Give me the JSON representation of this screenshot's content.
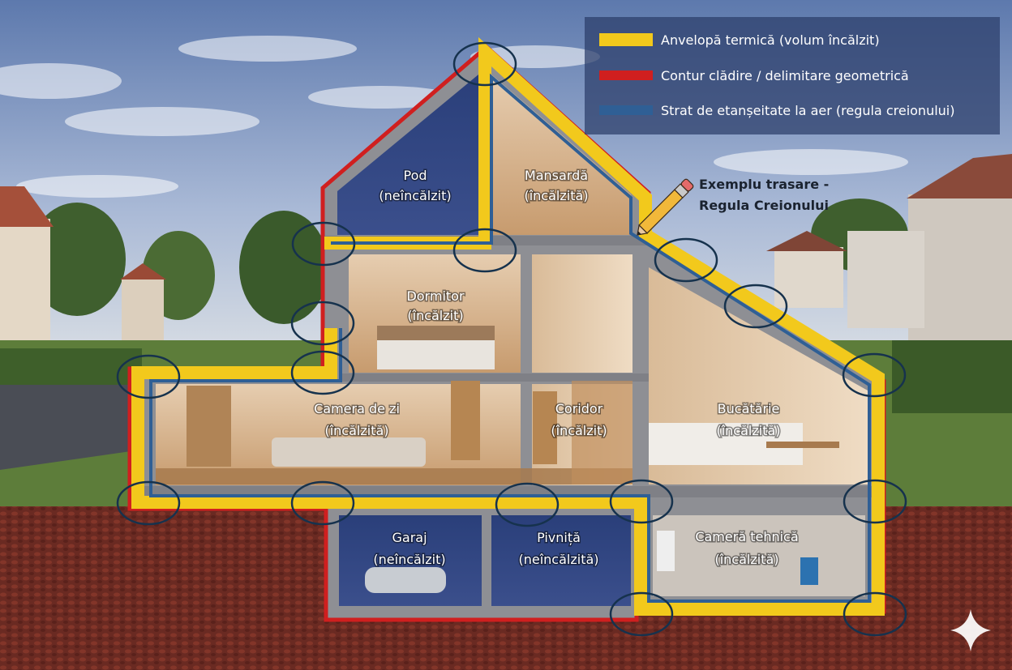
{
  "legend": {
    "items": [
      {
        "color": "#f2c91c",
        "label": "Anvelopă termică (volum încălzit)"
      },
      {
        "color": "#d01f1f",
        "label": "Contur clădire / delimitare geometrică"
      },
      {
        "color": "#2f5f95",
        "label": "Strat de etanșeitate la aer (regula creionului)"
      }
    ]
  },
  "note": {
    "line1": "Exemplu trasare -",
    "line2": "Regula Creionului"
  },
  "rooms": {
    "pod": {
      "name": "Pod",
      "status": "(neîncălzit)"
    },
    "mansarda": {
      "name": "Mansardă",
      "status": "(încălzită)"
    },
    "dormitor": {
      "name": "Dormitor",
      "status": "(încălzit)"
    },
    "camera_de_zi": {
      "name": "Camera de zi",
      "status": "(încălzită)"
    },
    "coridor": {
      "name": "Coridor",
      "status": "(încălzit)"
    },
    "bucatarie": {
      "name": "Bucătărie",
      "status": "(încălzită)"
    },
    "garaj": {
      "name": "Garaj",
      "status": "(neîncălzit)"
    },
    "pivnita": {
      "name": "Pivniță",
      "status": "(neîncălzită)"
    },
    "camera_tehnica": {
      "name": "Cameră tehnică",
      "status": "(încălzită)"
    }
  },
  "colors": {
    "thermal_envelope": "#f2c91c",
    "building_outline": "#d01f1f",
    "air_barrier": "#2f5f95",
    "detail_circle": "#16324d"
  }
}
